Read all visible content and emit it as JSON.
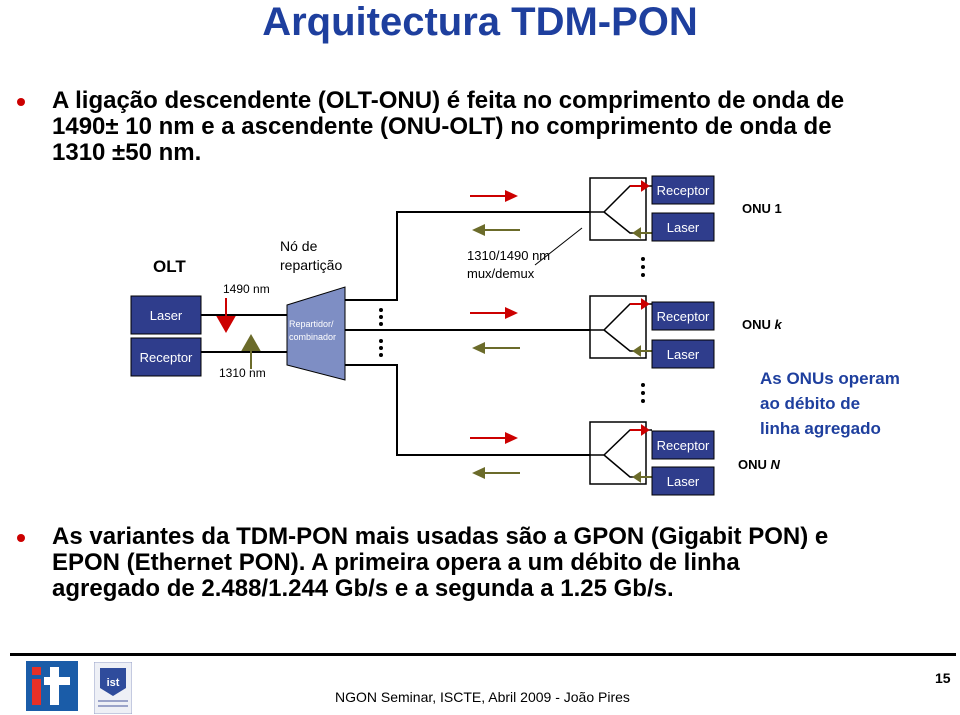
{
  "slide": {
    "title": "Arquitectura TDM-PON",
    "bullet1": {
      "lines": [
        "A ligação descendente (OLT-ONU) é feita no comprimento de onda de",
        "1490± 10 nm e a ascendente (ONU-OLT) no comprimento de onda de",
        "1310 ±50 nm."
      ]
    },
    "bullet2": {
      "lines": [
        "As variantes da TDM-PON mais usadas são a GPON (Gigabit PON) e",
        "EPON (Ethernet PON). A primeira opera a um débito de linha",
        "agregado de 2.488/1.244 Gb/s e a segunda a 1.25 Gb/s."
      ]
    }
  },
  "diagram": {
    "olt_label": "OLT",
    "olt_laser": "Laser",
    "olt_receptor": "Receptor",
    "down_wavelength": "1490 nm",
    "up_wavelength": "1310 nm",
    "node_label_line1": "Nó de",
    "node_label_line2": "repartição",
    "splitter_line1": "Repartidor/",
    "splitter_line2": "combinador",
    "mux_label_line1": "1310/1490 nm",
    "mux_label_line2": "mux/demux",
    "onu_receptor": "Receptor",
    "onu_laser": "Laser",
    "onu1_label": "ONU 1",
    "onuk_prefix": "ONU",
    "onuk_suffix": "k",
    "onun_prefix": "ONU",
    "onun_suffix": "N",
    "note_lines": [
      "As ONUs operam",
      "ao débito de",
      "linha agregado"
    ]
  },
  "footer": {
    "text": "NGON Seminar, ISCTE, Abril 2009 - João  Pires",
    "page_number": "15",
    "logo1_text": "it",
    "logo2_text": "ist"
  },
  "colors": {
    "title": "#1e3f9e",
    "bullet": "#cc0000",
    "box_fill": "#2f3d8c",
    "box_text": "#ffffff",
    "splitter_fill": "#7e8ec4",
    "down_arrow": "#cc0000",
    "up_arrow": "#6b6b2a",
    "note_text": "#1e3f9e"
  }
}
